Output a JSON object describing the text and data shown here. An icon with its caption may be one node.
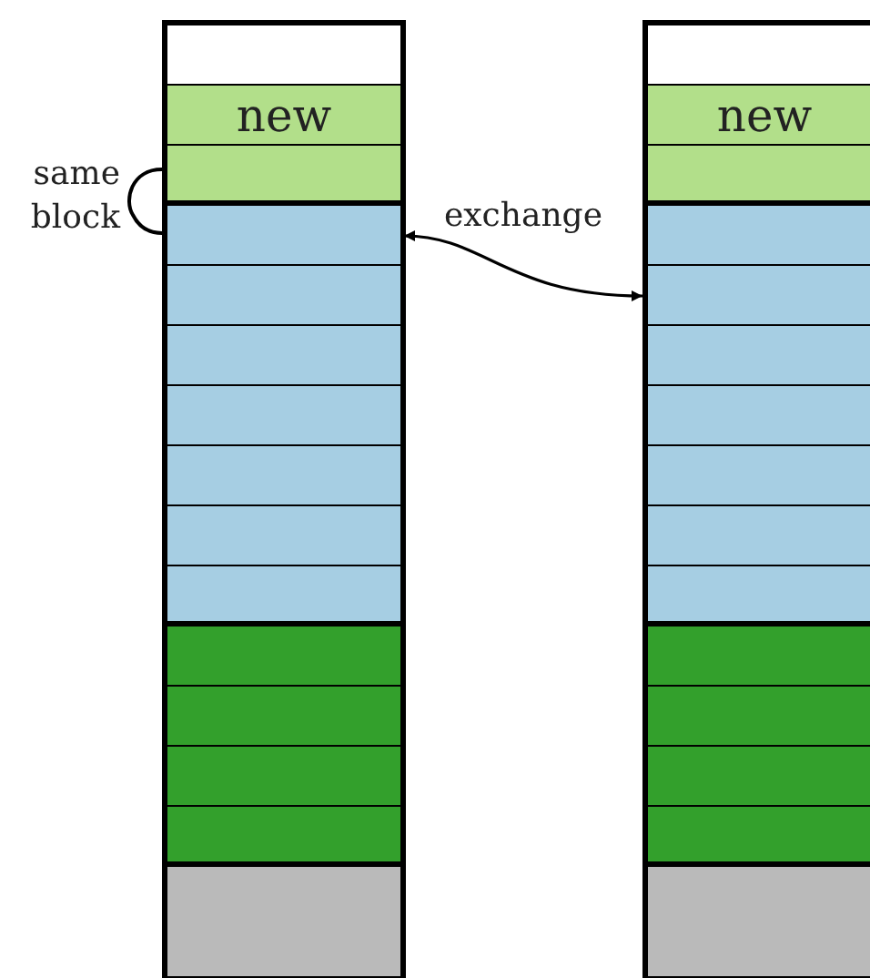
{
  "diagram": {
    "nodes": [
      {
        "text": [],
        "shape": "box"
      },
      {
        "text": [],
        "shape": "box",
        "in": 0
      },
      {
        "text": [
          "new"
        ],
        "in": 0
      },
      {
        "text": [],
        "shape": "box",
        "in": 0
      },
      {
        "text": [],
        "shape": "box",
        "in": 0
      },
      {
        "text": [],
        "shape": "box",
        "in": 0
      },
      {
        "text": [],
        "shape": "box",
        "in": 0
      },
      {
        "text": [],
        "shape": "box",
        "in": 0
      },
      {
        "text": [],
        "shape": "box",
        "in": 0
      },
      {
        "text": [],
        "shape": "box",
        "in": 0
      },
      {
        "text": [],
        "shape": "box",
        "in": 0
      },
      {
        "text": [],
        "shape": "box",
        "in": 0
      },
      {
        "text": [],
        "shape": "box",
        "in": 0
      },
      {
        "text": [],
        "shape": "box",
        "in": 0
      },
      {
        "text": [],
        "shape": "box",
        "in": 0
      },
      {
        "text": [],
        "shape": "box",
        "in": 0
      },
      {
        "text": [],
        "shape": "box"
      },
      {
        "text": [],
        "shape": "box",
        "in": 16
      },
      {
        "text": [
          "new"
        ],
        "in": 16
      },
      {
        "text": [],
        "shape": "box",
        "in": 16
      },
      {
        "text": [],
        "shape": "box",
        "in": 16
      },
      {
        "text": [],
        "shape": "box",
        "in": 16
      },
      {
        "text": [],
        "shape": "box",
        "in": 16
      },
      {
        "text": [],
        "shape": "box",
        "in": 16
      },
      {
        "text": [],
        "shape": "box",
        "in": 16
      },
      {
        "text": [],
        "shape": "box",
        "in": 16
      },
      {
        "text": [],
        "shape": "box",
        "in": 16
      },
      {
        "text": [],
        "shape": "box",
        "in": 16
      },
      {
        "text": [],
        "shape": "box",
        "in": 16
      },
      {
        "text": [],
        "shape": "box",
        "in": 16
      },
      {
        "text": [],
        "shape": "box",
        "in": 16
      },
      {
        "text": [],
        "shape": "box",
        "in": 16
      }
    ],
    "edges": [
      {
        "from": 4,
        "to": 21,
        "arrow": "both",
        "label": "exchange"
      }
    ],
    "labels": [
      "same block"
    ]
  }
}
